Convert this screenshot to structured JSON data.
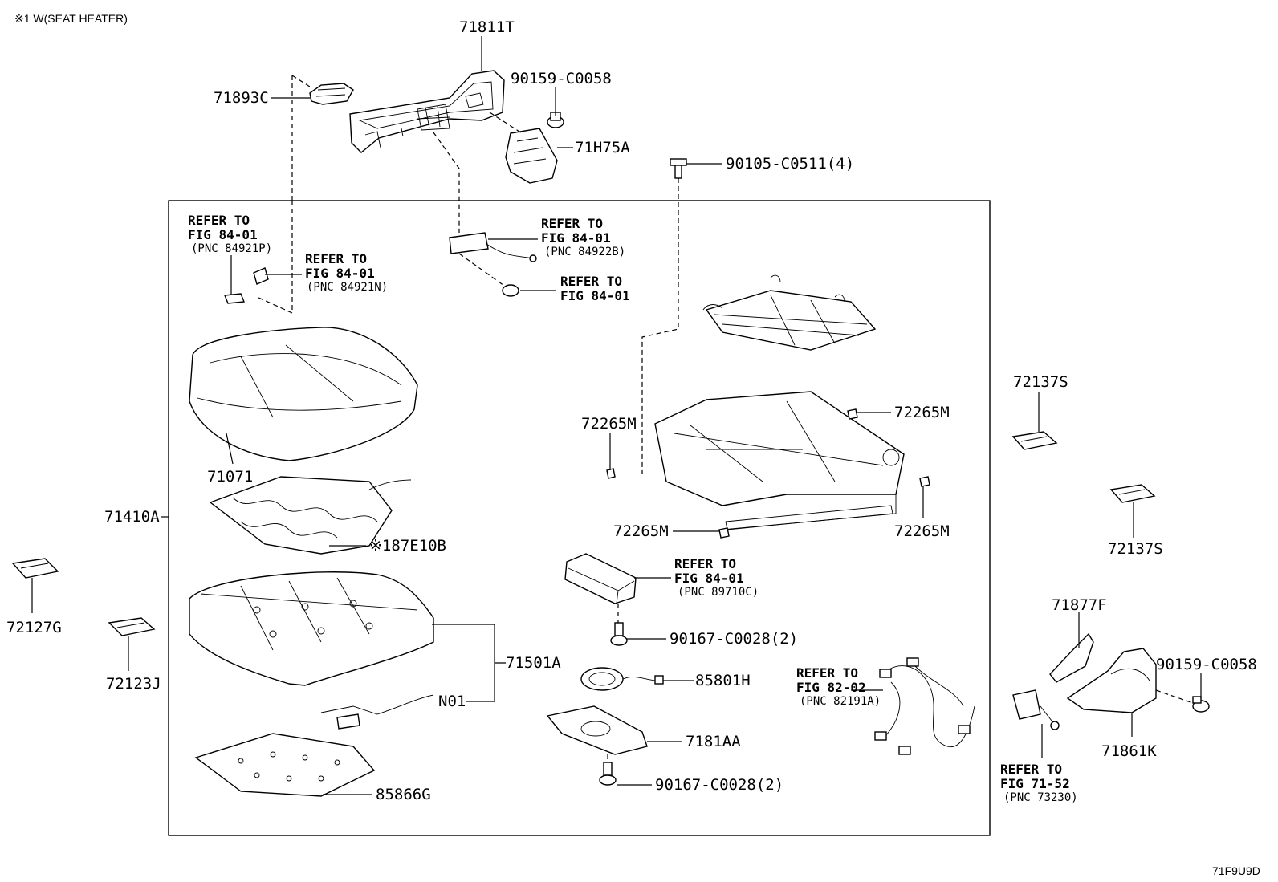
{
  "header_note": "※1 W(SEAT HEATER)",
  "figure_code": "71F9U9D",
  "parts": [
    {
      "id": "p71811T",
      "label": "71811T"
    },
    {
      "id": "p90159a",
      "label": "90159-C0058"
    },
    {
      "id": "p71893C",
      "label": "71893C"
    },
    {
      "id": "p71H75A",
      "label": "71H75A"
    },
    {
      "id": "p90105",
      "label": "90105-C0511(4)"
    },
    {
      "id": "p71071",
      "label": "71071"
    },
    {
      "id": "p71410A",
      "label": "71410A"
    },
    {
      "id": "p87E10B",
      "label": "※187E10B"
    },
    {
      "id": "p72127G",
      "label": "72127G"
    },
    {
      "id": "p72123J",
      "label": "72123J"
    },
    {
      "id": "p71501A",
      "label": "71501A"
    },
    {
      "id": "pN01",
      "label": "N01"
    },
    {
      "id": "p85866G",
      "label": "85866G"
    },
    {
      "id": "p72265Ma",
      "label": "72265M"
    },
    {
      "id": "p72265Mb",
      "label": "72265M"
    },
    {
      "id": "p72265Mc",
      "label": "72265M"
    },
    {
      "id": "p72265Md",
      "label": "72265M"
    },
    {
      "id": "p90167a",
      "label": "90167-C0028(2)"
    },
    {
      "id": "p85801H",
      "label": "85801H"
    },
    {
      "id": "p7181AA",
      "label": "7181AA"
    },
    {
      "id": "p90167b",
      "label": "90167-C0028(2)"
    },
    {
      "id": "p72137Sa",
      "label": "72137S"
    },
    {
      "id": "p72137Sb",
      "label": "72137S"
    },
    {
      "id": "p71877F",
      "label": "71877F"
    },
    {
      "id": "p90159b",
      "label": "90159-C0058"
    },
    {
      "id": "p71861K",
      "label": "71861K"
    }
  ],
  "references": [
    {
      "id": "ref1",
      "refer": "REFER TO",
      "fig": "FIG 84-01",
      "pnc": "(PNC 84921P)"
    },
    {
      "id": "ref2",
      "refer": "REFER TO",
      "fig": "FIG 84-01",
      "pnc": "(PNC 84921N)"
    },
    {
      "id": "ref3",
      "refer": "REFER TO",
      "fig": "FIG 84-01",
      "pnc": "(PNC 84922B)"
    },
    {
      "id": "ref4",
      "refer": "REFER TO",
      "fig": "FIG 84-01",
      "pnc": ""
    },
    {
      "id": "ref5",
      "refer": "REFER TO",
      "fig": "FIG 84-01",
      "pnc": "(PNC 89710C)"
    },
    {
      "id": "ref6",
      "refer": "REFER TO",
      "fig": "FIG 82-02",
      "pnc": "(PNC 82191A)"
    },
    {
      "id": "ref7",
      "refer": "REFER TO",
      "fig": "FIG 71-52",
      "pnc": "(PNC 73230)"
    }
  ]
}
